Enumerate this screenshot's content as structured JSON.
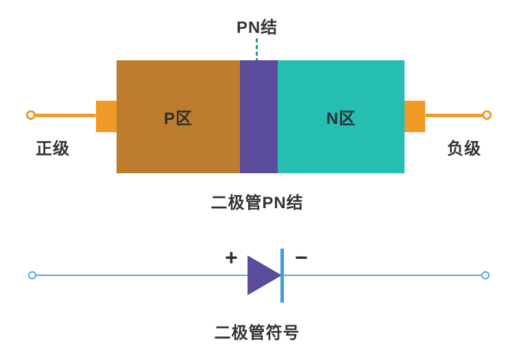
{
  "pn_diagram": {
    "junction_label": "PN结",
    "p_region_label": "P区",
    "n_region_label": "N区",
    "positive_label": "正级",
    "negative_label": "负级",
    "caption": "二极管PN结"
  },
  "symbol_diagram": {
    "plus_label": "+",
    "minus_label": "−",
    "caption": "二极管符号"
  },
  "colors": {
    "p_region": "#BE7D2E",
    "junction": "#5A4B9B",
    "n_region": "#27BEB2",
    "lead": "#F09A27",
    "arrow": "#27968C",
    "wire": "#54A8DB",
    "cathode_bar": "#3F9FDB",
    "triangle": "#5A4B9B",
    "text": "#333333"
  }
}
